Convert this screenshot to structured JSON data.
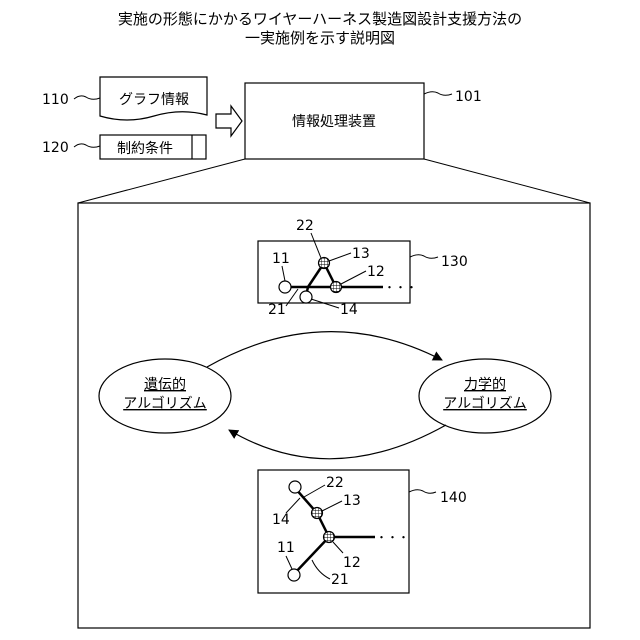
{
  "title": {
    "line1": "実施の形態にかかるワイヤーハーネス製造図設計支援方法の",
    "line2": "一実施例を示す説明図"
  },
  "inputs": {
    "graph_info": {
      "ref": "110",
      "label": "グラフ情報"
    },
    "constraints": {
      "ref": "120",
      "label": "制約条件"
    }
  },
  "device": {
    "ref": "101",
    "label": "情報処理装置"
  },
  "algorithms": {
    "genetic": {
      "line1": "遺伝的",
      "line2": "アルゴリズム"
    },
    "mechanical": {
      "line1": "力学的",
      "line2": "アルゴリズム"
    }
  },
  "graph_before": {
    "ref": "130",
    "labels": {
      "n11": "11",
      "n12": "12",
      "n13": "13",
      "n14": "14",
      "n21": "21",
      "n22": "22"
    },
    "ellipsis": "・・・"
  },
  "graph_after": {
    "ref": "140",
    "labels": {
      "n11": "11",
      "n12": "12",
      "n13": "13",
      "n14": "14",
      "n21": "21",
      "n22": "22"
    },
    "ellipsis": "・・・"
  }
}
